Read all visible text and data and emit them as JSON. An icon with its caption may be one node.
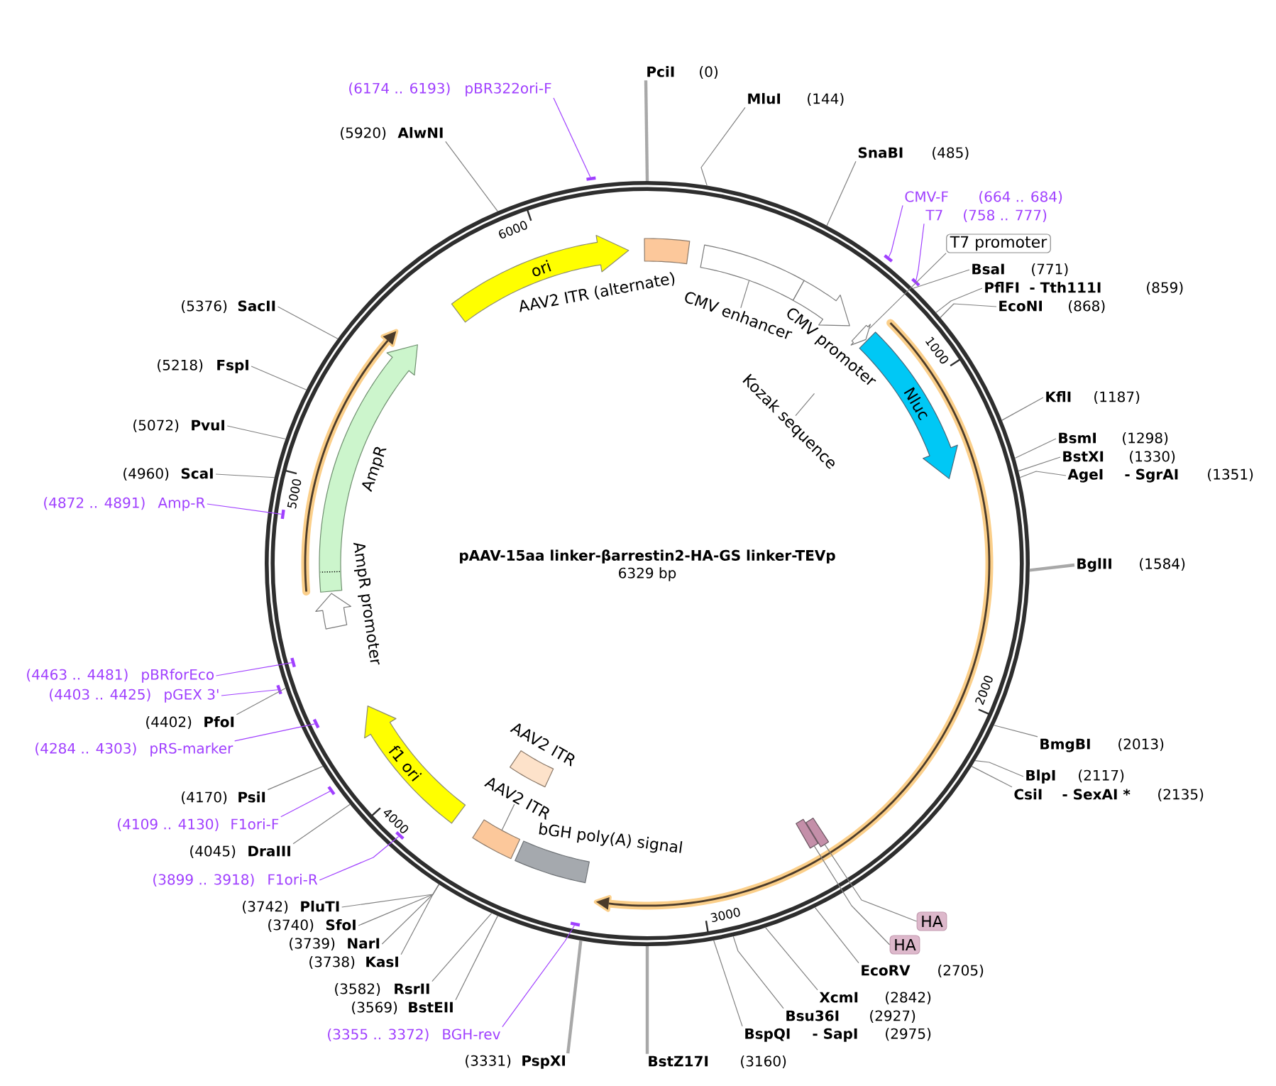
{
  "diagram": {
    "nodes": [
      {
        "text": [
          "pAAV-15aa linker-βarrestin2-HA-GS linker-TEVp",
          "6329 bp"
        ]
      },
      {
        "text": [
          "ori"
        ],
        "in": 0
      },
      {
        "text": [],
        "shape": "box",
        "beside": [
          "AAV2 ITR (alternate)"
        ],
        "in": 0
      },
      {
        "text": [],
        "shape": "box",
        "in": 0
      },
      {
        "text": [],
        "shape": "arrow",
        "beside": [
          "CMV promoter"
        ],
        "in": 0
      },
      {
        "text": [],
        "shape": "arrow",
        "in": 0
      },
      {
        "text": [
          "Nluc"
        ],
        "in": 0
      },
      {
        "text": [],
        "shape": "box",
        "in": 0
      },
      {
        "text": [],
        "shape": "box",
        "in": 0
      },
      {
        "text": [],
        "shape": "box",
        "beside": [
          "bGH poly(A) signal"
        ],
        "in": 0
      },
      {
        "text": [],
        "shape": "box",
        "in": 0
      },
      {
        "text": [],
        "shape": "box",
        "beside": [
          "AAV2 ITR"
        ],
        "in": 0
      },
      {
        "text": [
          "f1 ori"
        ],
        "in": 0
      },
      {
        "text": [],
        "shape": "arrow",
        "beside": [
          "AmpR promoter"
        ],
        "in": 0
      },
      {
        "text": [],
        "shape": "arrow",
        "beside": [
          "AmpR"
        ],
        "in": 0
      },
      {
        "text": [
          "CMV enhancer"
        ],
        "in": 0
      },
      {
        "text": [
          "Kozak sequence"
        ],
        "in": 0
      },
      {
        "text": [
          "AAV2 ITR"
        ],
        "in": 0
      },
      {
        "text": [
          "PciI",
          "(0)"
        ]
      },
      {
        "text": [
          "MluI",
          "(144)"
        ]
      },
      {
        "text": [
          "SnaBI",
          "(485)"
        ]
      },
      {
        "text": [
          "CMV-F",
          "(664 .. 684)"
        ]
      },
      {
        "text": [
          "T7",
          "(758 .. 777)"
        ]
      },
      {
        "text": [
          "T7 promoter"
        ]
      },
      {
        "text": [
          "BsaI",
          "(771)"
        ]
      },
      {
        "text": [
          "PflFI",
          "- Tth111I",
          "(859)"
        ]
      },
      {
        "text": [
          "EcoNI",
          "(868)"
        ]
      },
      {
        "text": [
          "KflI",
          "(1187)"
        ]
      },
      {
        "text": [
          "BsmI",
          "(1298)"
        ]
      },
      {
        "text": [
          "BstXI",
          "(1330)"
        ]
      },
      {
        "text": [
          "AgeI",
          "- SgrAI",
          "(1351)"
        ]
      },
      {
        "text": [
          "BglII",
          "(1584)"
        ]
      },
      {
        "text": [
          "BmgBI",
          "(2013)"
        ]
      },
      {
        "text": [
          "BlpI",
          "(2117)"
        ]
      },
      {
        "text": [
          "CsiI",
          "- SexAI *",
          "(2135)"
        ]
      },
      {
        "text": [
          "HA"
        ]
      },
      {
        "text": [
          "HA"
        ]
      },
      {
        "text": [
          "EcoRV",
          "(2705)"
        ]
      },
      {
        "text": [
          "XcmI",
          "(2842)"
        ]
      },
      {
        "text": [
          "Bsu36I",
          "(2927)"
        ]
      },
      {
        "text": [
          "BspQI",
          "- SapI",
          "(2975)"
        ]
      },
      {
        "text": [
          "BstZ17I",
          "(3160)"
        ]
      },
      {
        "text": [
          "(3331)",
          "PspXI"
        ]
      },
      {
        "text": [
          "(3355 .. 3372)",
          "BGH-rev"
        ]
      },
      {
        "text": [
          "(3569)",
          "BstEII"
        ]
      },
      {
        "text": [
          "(3582)",
          "RsrII"
        ]
      },
      {
        "text": [
          "(3738)",
          "KasI"
        ]
      },
      {
        "text": [
          "(3739)",
          "NarI"
        ]
      },
      {
        "text": [
          "(3740)",
          "SfoI"
        ]
      },
      {
        "text": [
          "(3742)",
          "PluTI"
        ]
      },
      {
        "text": [
          "(3899 .. 3918)",
          "F1ori-R"
        ]
      },
      {
        "text": [
          "(4045)",
          "DraIII"
        ]
      },
      {
        "text": [
          "(4109 .. 4130)",
          "F1ori-F"
        ]
      },
      {
        "text": [
          "(4170)",
          "PsiI"
        ]
      },
      {
        "text": [
          "(4284 .. 4303)",
          "pRS-marker"
        ]
      },
      {
        "text": [
          "(4402)",
          "PfoI"
        ]
      },
      {
        "text": [
          "(4403 .. 4425)",
          "pGEX 3'"
        ]
      },
      {
        "text": [
          "(4463 .. 4481)",
          "pBRforEco"
        ]
      },
      {
        "text": [
          "(4872 .. 4891)",
          "Amp-R"
        ]
      },
      {
        "text": [
          "(4960)",
          "ScaI"
        ]
      },
      {
        "text": [
          "(5072)",
          "PvuI"
        ]
      },
      {
        "text": [
          "(5218)",
          "FspI"
        ]
      },
      {
        "text": [
          "(5376)",
          "SacII"
        ]
      },
      {
        "text": [
          "(5920)",
          "AlwNI"
        ]
      },
      {
        "text": [
          "(6174 .. 6193)",
          "pBR322ori-F"
        ]
      },
      {
        "text": [],
        "shape": "bar"
      },
      {
        "text": [],
        "shape": "bar"
      },
      {
        "text": [],
        "shape": "bar",
        "in": 0
      },
      {
        "text": [],
        "shape": "bar",
        "in": 0
      },
      {
        "text": [],
        "shape": "bar"
      },
      {
        "text": [],
        "shape": "bar",
        "in": 0
      },
      {
        "text": [],
        "shape": "bar"
      },
      {
        "text": [],
        "shape": "bar",
        "in": 0
      },
      {
        "text": [],
        "shape": "bar",
        "in": 0
      },
      {
        "text": [],
        "shape": "bar"
      }
    ],
    "edges": [
      {
        "from": 15,
        "to": 3,
        "arrow": "none"
      },
      {
        "from": 16,
        "to": null,
        "arrow": "none"
      },
      {
        "from": 17,
        "to": 10,
        "arrow": "none"
      },
      {
        "from": 18,
        "to": 0,
        "arrow": "none",
        "style": "thick",
        "color": "#a8a8a8"
      },
      {
        "from": 19,
        "to": 0,
        "arrow": "none"
      },
      {
        "from": 20,
        "to": 0,
        "arrow": "none"
      },
      {
        "from": 21,
        "to": 65,
        "arrow": "none",
        "color": "#a040ff"
      },
      {
        "from": 22,
        "to": 66,
        "arrow": "none",
        "color": "#a040ff"
      },
      {
        "from": 23,
        "to": 5,
        "arrow": "none"
      },
      {
        "from": 24,
        "to": 0,
        "arrow": "none"
      },
      {
        "from": 25,
        "to": 0,
        "arrow": "none"
      },
      {
        "from": 26,
        "to": 0,
        "arrow": "none"
      },
      {
        "from": 27,
        "to": 0,
        "arrow": "none"
      },
      {
        "from": 28,
        "to": 0,
        "arrow": "none"
      },
      {
        "from": 29,
        "to": 0,
        "arrow": "none"
      },
      {
        "from": 30,
        "to": 0,
        "arrow": "none"
      },
      {
        "from": 31,
        "to": 0,
        "arrow": "none",
        "style": "thick",
        "color": "#a8a8a8"
      },
      {
        "from": 32,
        "to": 0,
        "arrow": "none"
      },
      {
        "from": 33,
        "to": 0,
        "arrow": "none"
      },
      {
        "from": 34,
        "to": 0,
        "arrow": "none"
      },
      {
        "from": 35,
        "to": 7,
        "arrow": "none"
      },
      {
        "from": 36,
        "to": 8,
        "arrow": "none"
      },
      {
        "from": 37,
        "to": 0,
        "arrow": "none"
      },
      {
        "from": 38,
        "to": 0,
        "arrow": "none"
      },
      {
        "from": 39,
        "to": 0,
        "arrow": "none"
      },
      {
        "from": 40,
        "to": 0,
        "arrow": "none"
      },
      {
        "from": 41,
        "to": 0,
        "arrow": "none",
        "style": "thick",
        "color": "#a8a8a8"
      },
      {
        "from": 42,
        "to": 0,
        "arrow": "none",
        "style": "thick",
        "color": "#a8a8a8"
      },
      {
        "from": 43,
        "to": 67,
        "arrow": "none",
        "color": "#a040ff"
      },
      {
        "from": 44,
        "to": 0,
        "arrow": "none"
      },
      {
        "from": 45,
        "to": 0,
        "arrow": "none"
      },
      {
        "from": 46,
        "to": 0,
        "arrow": "none"
      },
      {
        "from": 47,
        "to": 0,
        "arrow": "none"
      },
      {
        "from": 48,
        "to": 0,
        "arrow": "none"
      },
      {
        "from": 49,
        "to": 0,
        "arrow": "none"
      },
      {
        "from": 50,
        "to": 68,
        "arrow": "none",
        "color": "#a040ff"
      },
      {
        "from": 51,
        "to": 0,
        "arrow": "none"
      },
      {
        "from": 52,
        "to": 69,
        "arrow": "none",
        "color": "#a040ff"
      },
      {
        "from": 53,
        "to": 0,
        "arrow": "none"
      },
      {
        "from": 54,
        "to": 70,
        "arrow": "none",
        "color": "#a040ff"
      },
      {
        "from": 55,
        "to": 0,
        "arrow": "none"
      },
      {
        "from": 56,
        "to": 71,
        "arrow": "none",
        "color": "#a040ff"
      },
      {
        "from": 57,
        "to": 72,
        "arrow": "none",
        "color": "#a040ff"
      },
      {
        "from": 58,
        "to": 73,
        "arrow": "none",
        "color": "#a040ff"
      },
      {
        "from": 59,
        "to": 0,
        "arrow": "none"
      },
      {
        "from": 60,
        "to": 0,
        "arrow": "none"
      },
      {
        "from": 61,
        "to": 0,
        "arrow": "none"
      },
      {
        "from": 62,
        "to": 0,
        "arrow": "none"
      },
      {
        "from": 63,
        "to": 0,
        "arrow": "none"
      },
      {
        "from": 64,
        "to": 74,
        "arrow": "none",
        "color": "#a040ff"
      }
    ],
    "labels": [
      "1000",
      "2000",
      "3000",
      "4000",
      "5000",
      "6000"
    ]
  }
}
